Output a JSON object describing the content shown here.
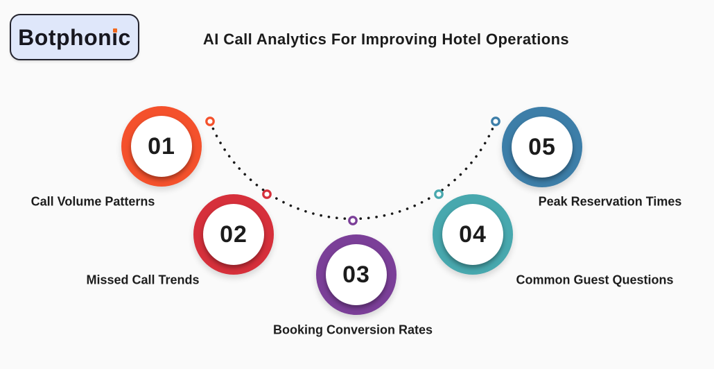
{
  "page": {
    "background": "#FAFAFA"
  },
  "header": {
    "logo_text": "Botphonic",
    "logo_badge_color": "#DFE7FA",
    "logo_dot_color": "#F2691D",
    "title": "AI Call Analytics For Improving Hotel Operations"
  },
  "connector": {
    "dot_color": "#1A1A1A"
  },
  "steps": [
    {
      "number": "01",
      "label": "Call Volume Patterns",
      "color": "#F4512C"
    },
    {
      "number": "02",
      "label": "Missed Call Trends",
      "color": "#D6303B"
    },
    {
      "number": "03",
      "label": "Booking Conversion Rates",
      "color": "#7B3F98"
    },
    {
      "number": "04",
      "label": "Common Guest Questions",
      "color": "#48A8AE"
    },
    {
      "number": "05",
      "label": "Peak Reservation Times",
      "color": "#3D7EA8"
    }
  ]
}
